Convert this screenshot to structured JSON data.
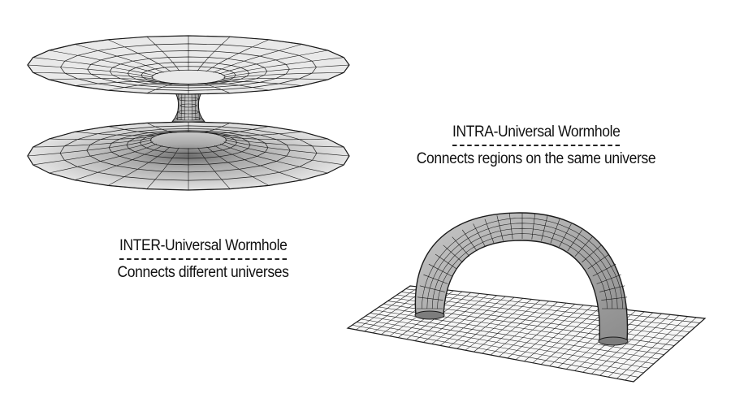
{
  "diagram": {
    "inter": {
      "title": "INTER-Universal Wormhole",
      "subtitle": "Connects different universes"
    },
    "intra": {
      "title": "INTRA-Universal Wormhole",
      "subtitle": "Connects regions on the same universe"
    }
  },
  "colors": {
    "line": "#1a1a1a",
    "fill_dark": "#9a9a9a",
    "fill_light": "#dcdcdc",
    "background": "#ffffff"
  }
}
